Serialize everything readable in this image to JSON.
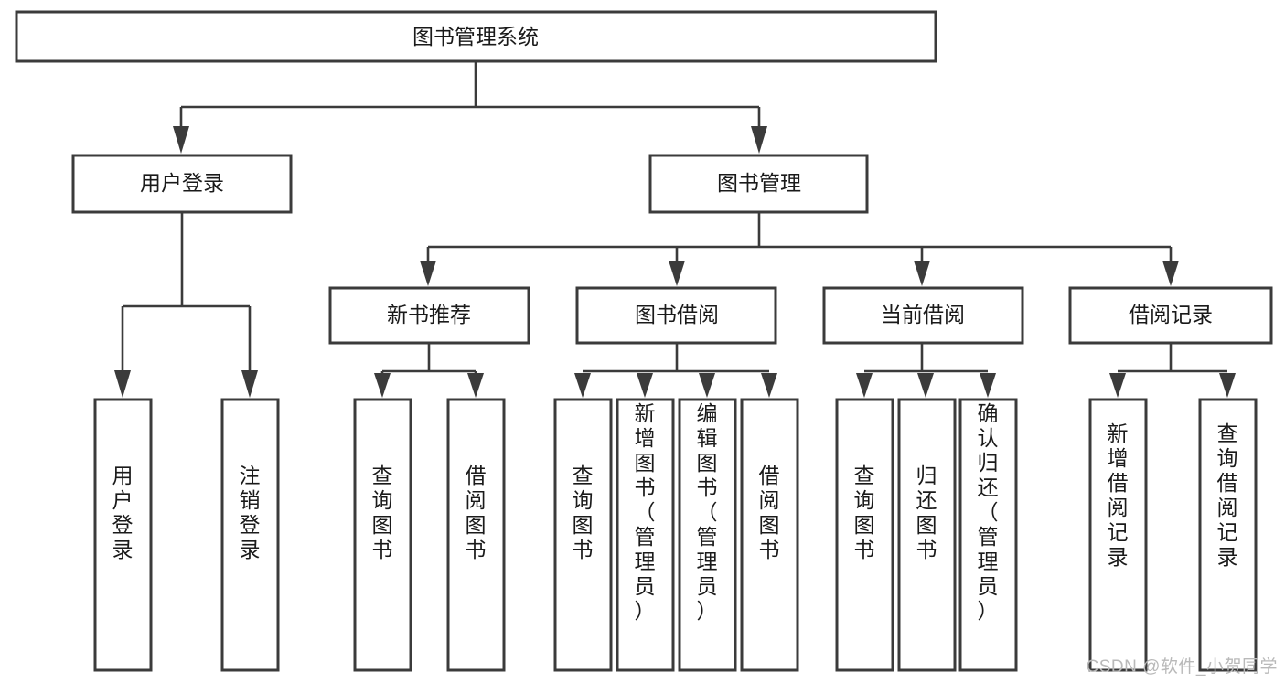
{
  "diagram": {
    "type": "tree-hierarchy-diagram",
    "title": "图书管理系统",
    "root": {
      "id": "root",
      "label": "图书管理系统",
      "orientation": "horizontal"
    },
    "level2": [
      {
        "id": "user-login",
        "label": "用户登录",
        "orientation": "horizontal"
      },
      {
        "id": "book-management",
        "label": "图书管理",
        "orientation": "horizontal"
      }
    ],
    "level3": [
      {
        "id": "new-book-recommend",
        "label": "新书推荐",
        "parent": "book-management",
        "orientation": "horizontal"
      },
      {
        "id": "book-borrow",
        "label": "图书借阅",
        "parent": "book-management",
        "orientation": "horizontal"
      },
      {
        "id": "current-borrow",
        "label": "当前借阅",
        "parent": "book-management",
        "orientation": "horizontal"
      },
      {
        "id": "borrow-record",
        "label": "借阅记录",
        "parent": "book-management",
        "orientation": "horizontal"
      }
    ],
    "leaves": [
      {
        "id": "leaf-user-login",
        "label": "用户登录",
        "parent": "user-login",
        "orientation": "vertical"
      },
      {
        "id": "leaf-logout-login",
        "label": "注销登录",
        "parent": "user-login",
        "orientation": "vertical"
      },
      {
        "id": "leaf-query-book-1",
        "label": "查询图书",
        "parent": "new-book-recommend",
        "orientation": "vertical"
      },
      {
        "id": "leaf-borrow-book-1",
        "label": "借阅图书",
        "parent": "new-book-recommend",
        "orientation": "vertical"
      },
      {
        "id": "leaf-query-book-2",
        "label": "查询图书",
        "parent": "book-borrow",
        "orientation": "vertical"
      },
      {
        "id": "leaf-add-book",
        "label": "新增图书（管理员）",
        "parent": "book-borrow",
        "orientation": "vertical"
      },
      {
        "id": "leaf-edit-book",
        "label": "编辑图书（管理员）",
        "parent": "book-borrow",
        "orientation": "vertical"
      },
      {
        "id": "leaf-borrow-book-2",
        "label": "借阅图书",
        "parent": "book-borrow",
        "orientation": "vertical"
      },
      {
        "id": "leaf-query-book-3",
        "label": "查询图书",
        "parent": "current-borrow",
        "orientation": "vertical"
      },
      {
        "id": "leaf-return-book",
        "label": "归还图书",
        "parent": "current-borrow",
        "orientation": "vertical"
      },
      {
        "id": "leaf-confirm-return",
        "label": "确认归还（管理员）",
        "parent": "current-borrow",
        "orientation": "vertical"
      },
      {
        "id": "leaf-add-record",
        "label": "新增借阅记录",
        "parent": "borrow-record",
        "orientation": "vertical"
      },
      {
        "id": "leaf-query-record",
        "label": "查询借阅记录",
        "parent": "borrow-record",
        "orientation": "vertical"
      }
    ],
    "colors": {
      "box_stroke": "#3b3b3b",
      "box_fill": "#ffffff",
      "connector": "#3b3b3b",
      "text": "#1a1a1a",
      "background": "#ffffff",
      "watermark": "#b9b9b9"
    }
  },
  "watermark": {
    "text": "CSDN @软件_小贺同学"
  }
}
